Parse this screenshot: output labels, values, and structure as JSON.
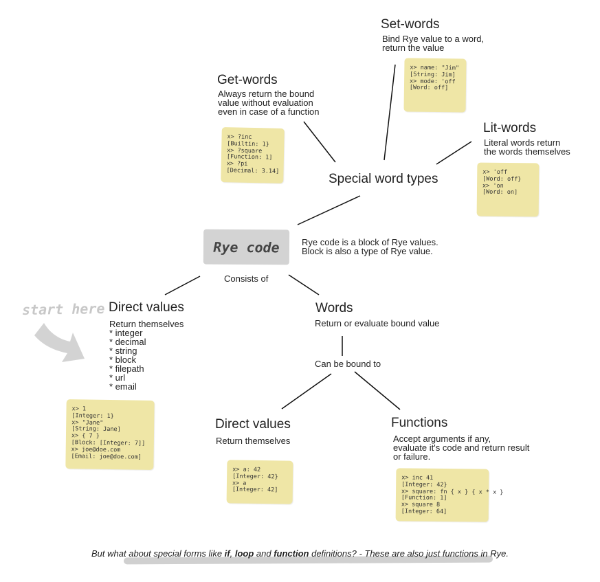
{
  "set_words": {
    "title": "Set-words",
    "desc": [
      "Bind Rye value to a word,",
      "return the value"
    ],
    "code": "x> name: \"Jim\"\n[String: Jim]\nx> mode: 'off\n[Word: off]"
  },
  "get_words": {
    "title": "Get-words",
    "desc": [
      "Always return the bound",
      "value without evaluation",
      "even in case of a function"
    ],
    "code": "x> ?inc\n[Builtin: 1}\nx> ?square\n[Function: 1]\nx> ?pi\n[Decimal: 3.14]"
  },
  "lit_words": {
    "title": "Lit-words",
    "desc": [
      "Literal words return",
      "the words themselves"
    ],
    "code": "x> 'off\n[Word: off}\nx> 'on\n[Word: on]"
  },
  "special": {
    "title": "Special word types"
  },
  "rye_code": {
    "label": "Rye code",
    "desc": [
      "Rye code is a block of Rye values.",
      "Block is also a type of Rye value."
    ],
    "consists": "Consists of"
  },
  "start_here": "start here",
  "direct_values": {
    "title": "Direct values",
    "desc": [
      "Return themselves",
      "* integer",
      "* decimal",
      "* string",
      "* block",
      "* filepath",
      "* url",
      "* email"
    ],
    "code": "x> 1\n[Integer: 1}\nx> \"Jane\"\n[String: Jane]\nx> { 7 }\n[Block: [Integer: 7]]\nx> joe@doe.com\n[Email: joe@doe.com]"
  },
  "words": {
    "title": "Words",
    "desc": "Return or evaluate bound value",
    "bound_to": "Can be bound to"
  },
  "bound_direct": {
    "title": "Direct values",
    "desc": "Return themselves",
    "code": "x> a: 42\n[Integer: 42}\nx> a\n[Integer: 42]"
  },
  "functions": {
    "title": "Functions",
    "desc": [
      "Accept arguments if any,",
      "evaluate it's code and return result",
      "or failure."
    ],
    "code": "x> inc 41\n[Integer: 42}\nx> square: fn { x } { x * x }\n[Function: 1]\nx> square 8\n[Integer: 64]"
  },
  "footer": {
    "p1": "But what about special forms like ",
    "if": "if",
    "p2": ", ",
    "loop": "loop",
    "p3": " and ",
    "function": "function",
    "p4": " definitions? - These are also just functions in Rye."
  }
}
